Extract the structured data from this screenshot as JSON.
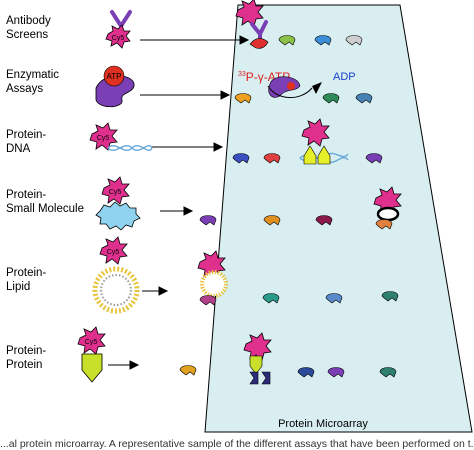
{
  "assays": [
    {
      "label": "Antibody\nScreens",
      "probe": "Cy5"
    },
    {
      "label": "Enzymatic\nAssays",
      "probe": "ATP"
    },
    {
      "label": "Protein-\nDNA",
      "probe": "Cy5"
    },
    {
      "label": "Protein-\nSmall Molecule",
      "probe": "Cy5"
    },
    {
      "label": "Protein-\nLipid",
      "probe": "Cy5"
    },
    {
      "label": "Protein-\nProtein",
      "probe": "Cy5"
    }
  ],
  "reaction": {
    "substrate_mass": "33",
    "substrate": "P-γ-ATP",
    "product": "ADP"
  },
  "microarray_label": "Protein Microarray",
  "caption": "...al protein microarray. A representative sample of the different assays that have been performed on t...",
  "colors": {
    "array_fill": "#d8eef0",
    "cy5_pink": "#e0308e",
    "antibody_purple": "#7a3fb5",
    "atp_red": "#e03020",
    "adp_blue": "#1a3fd0",
    "substrate_red": "#e02020"
  }
}
